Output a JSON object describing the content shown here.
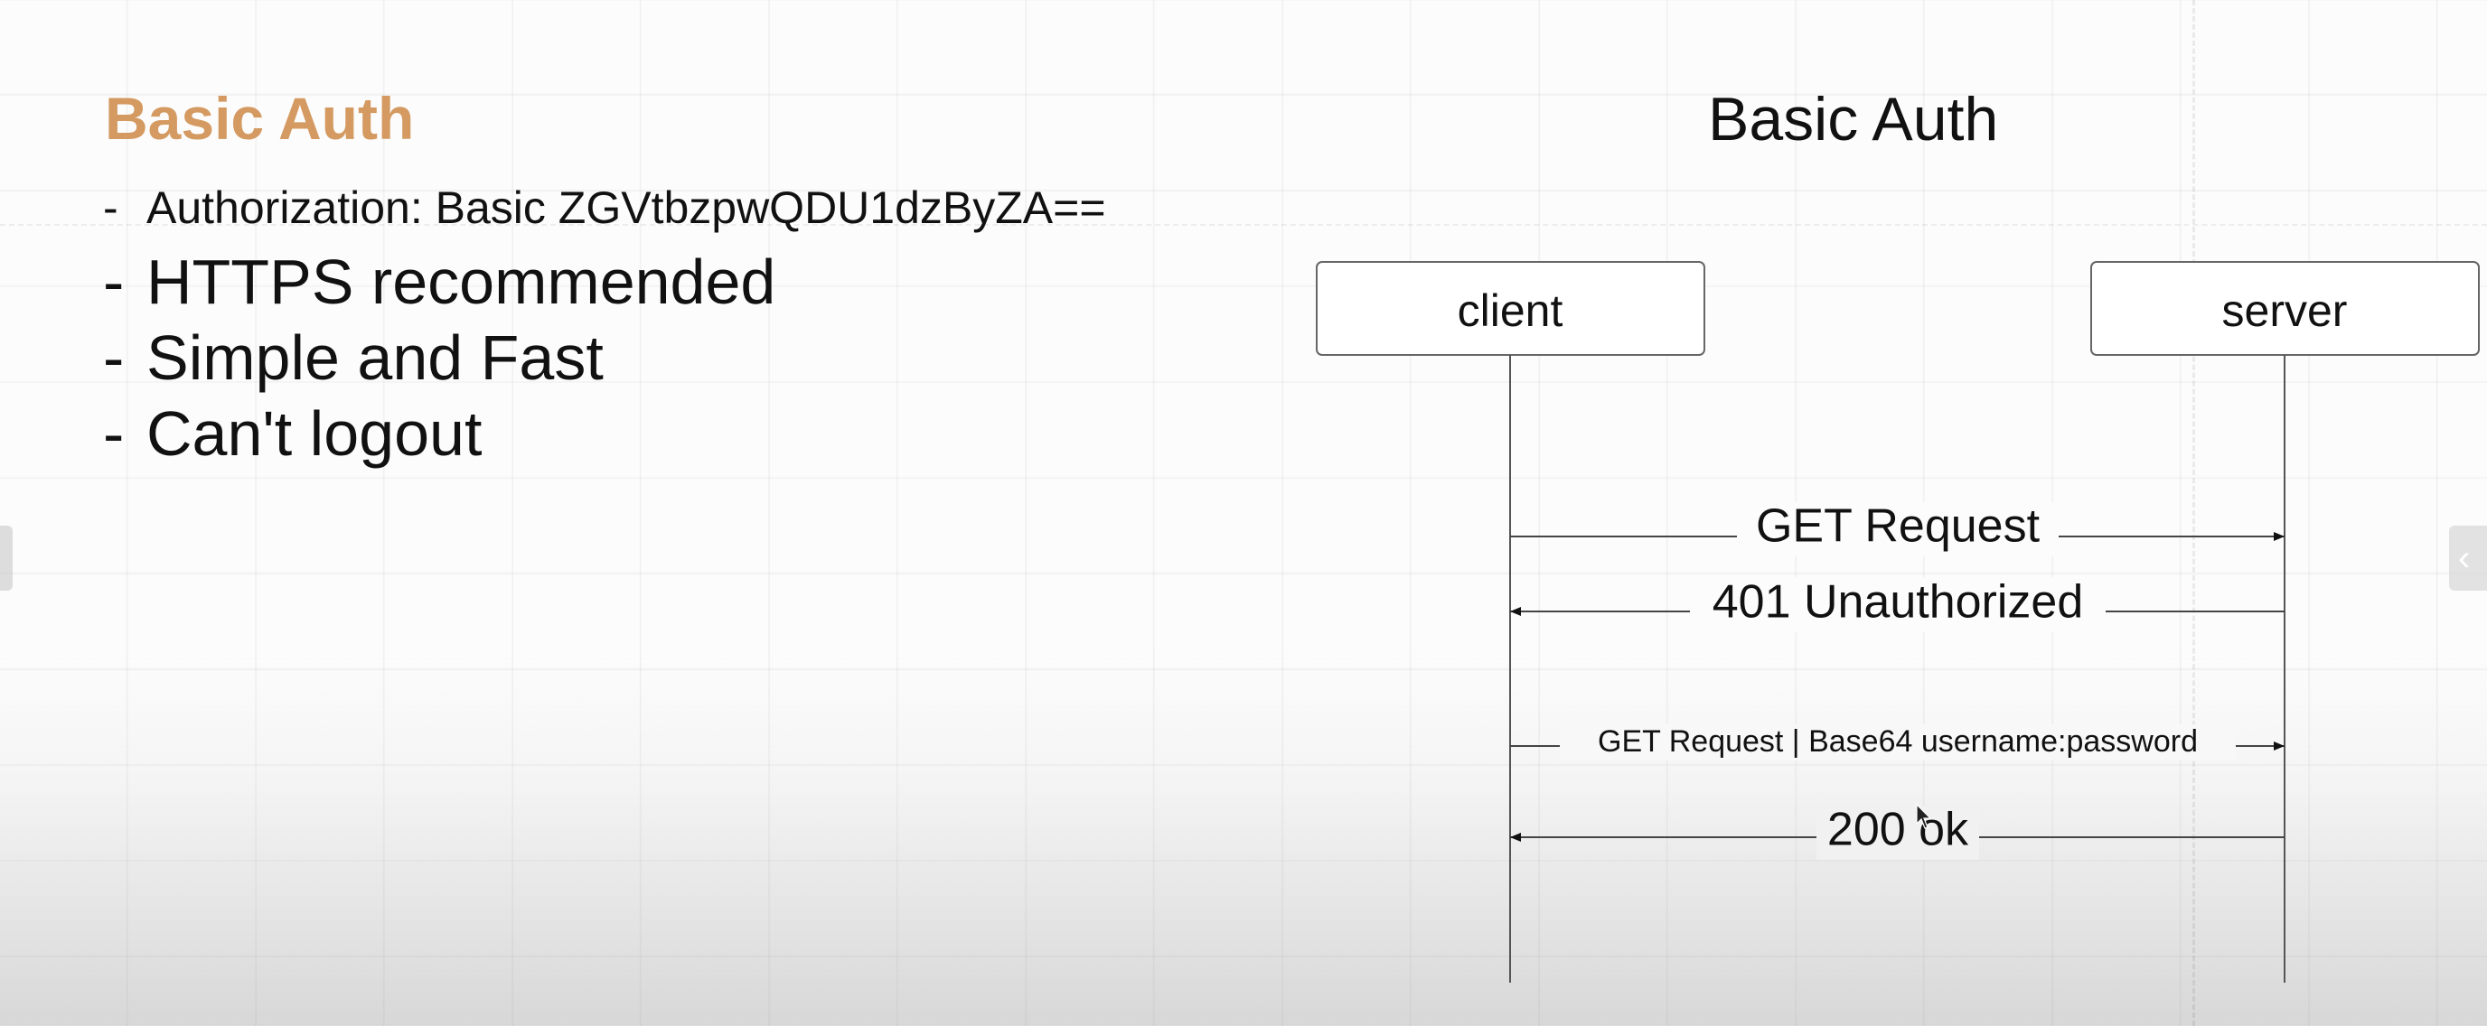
{
  "slide": {
    "title": "Basic Auth",
    "bullets": [
      {
        "dash": "-",
        "text": "Authorization: Basic ZGVtbzpwQDU1dzByZA=="
      },
      {
        "dash": "-",
        "text": "HTTPS recommended"
      },
      {
        "dash": "-",
        "text": "Simple and Fast"
      },
      {
        "dash": "-",
        "text": "Can't logout"
      }
    ],
    "title_color": "#d49a61"
  },
  "diagram": {
    "title": "Basic Auth",
    "participants": {
      "client": "client",
      "server": "server"
    },
    "messages": [
      {
        "label": "GET Request",
        "direction": "client-to-server"
      },
      {
        "label": "401 Unauthorized",
        "direction": "server-to-client"
      },
      {
        "label": "GET Request | Base64 username:password",
        "direction": "client-to-server"
      },
      {
        "label": "200 ok",
        "direction": "server-to-client"
      }
    ]
  },
  "nav": {
    "next_glyph": "‹"
  }
}
